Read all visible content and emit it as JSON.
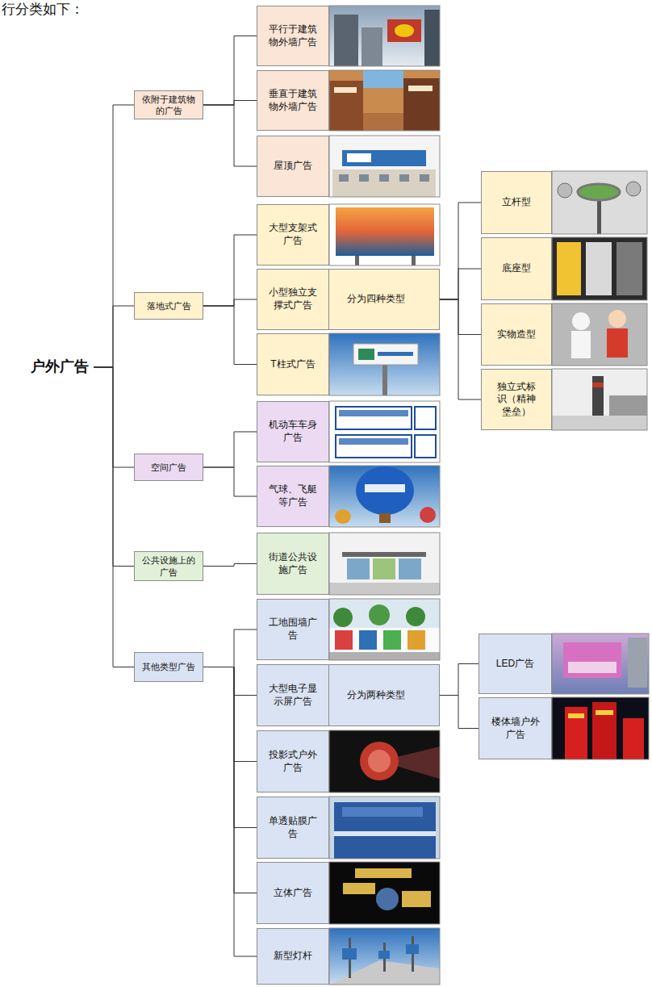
{
  "diagram": {
    "nodes": [
      {
        "text": [
          "户外广告"
        ]
      },
      {
        "text": [
          "依附于建筑物的广告"
        ]
      },
      {
        "text": [
          "平行于建筑物外墙广告"
        ]
      },
      {
        "text": [
          "垂直于建筑物外墙广告"
        ]
      },
      {
        "text": [
          "屋顶广告"
        ]
      },
      {
        "text": [
          "落地式广告"
        ]
      },
      {
        "text": [
          "大型支架式广告"
        ]
      },
      {
        "text": [
          "小型独立支撑式广告",
          "分为四种类型"
        ]
      },
      {
        "text": [
          "立杆型"
        ]
      },
      {
        "text": [
          "底座型"
        ]
      },
      {
        "text": [
          "实物造型"
        ]
      },
      {
        "text": [
          "独立式标识（精神堡垒）"
        ]
      },
      {
        "text": [
          "T柱式广告"
        ]
      },
      {
        "text": [
          "空间广告"
        ]
      },
      {
        "text": [
          "机动车车身广告"
        ]
      },
      {
        "text": [
          "气球、飞艇等广告"
        ]
      },
      {
        "text": [
          "公共设施上的广告"
        ]
      },
      {
        "text": [
          "街道公共设施广告"
        ]
      },
      {
        "text": [
          "其他类型广告"
        ]
      },
      {
        "text": [
          "工地围墙广告"
        ]
      },
      {
        "text": [
          "大型电子显示屏广告",
          "分为两种类型"
        ]
      },
      {
        "text": [
          "LED广告"
        ]
      },
      {
        "text": [
          "楼体墙户外广告"
        ]
      },
      {
        "text": [
          "投影式户外广告"
        ]
      },
      {
        "text": [
          "单透贴膜广告"
        ]
      },
      {
        "text": [
          "立体广告"
        ]
      },
      {
        "text": [
          "新型灯杆"
        ]
      }
    ],
    "edges": [
      {
        "from": 0,
        "to": 1,
        "arrow": "none"
      },
      {
        "from": 0,
        "to": 5,
        "arrow": "none"
      },
      {
        "from": 0,
        "to": 13,
        "arrow": "none"
      },
      {
        "from": 0,
        "to": 16,
        "arrow": "none"
      },
      {
        "from": 0,
        "to": 18,
        "arrow": "none"
      },
      {
        "from": 1,
        "to": 2,
        "arrow": "none"
      },
      {
        "from": 1,
        "to": 3,
        "arrow": "none"
      },
      {
        "from": 1,
        "to": 4,
        "arrow": "none"
      },
      {
        "from": 5,
        "to": 6,
        "arrow": "none"
      },
      {
        "from": 5,
        "to": 7,
        "arrow": "none"
      },
      {
        "from": 5,
        "to": 12,
        "arrow": "none"
      },
      {
        "from": 7,
        "to": 8,
        "arrow": "none"
      },
      {
        "from": 7,
        "to": 9,
        "arrow": "none"
      },
      {
        "from": 7,
        "to": 10,
        "arrow": "none"
      },
      {
        "from": 7,
        "to": 11,
        "arrow": "none"
      },
      {
        "from": 13,
        "to": 14,
        "arrow": "none"
      },
      {
        "from": 13,
        "to": 15,
        "arrow": "none"
      },
      {
        "from": 16,
        "to": 17,
        "arrow": "none"
      },
      {
        "from": 18,
        "to": 19,
        "arrow": "none"
      },
      {
        "from": 18,
        "to": 20,
        "arrow": "none"
      },
      {
        "from": 18,
        "to": 23,
        "arrow": "none"
      },
      {
        "from": 18,
        "to": 24,
        "arrow": "none"
      },
      {
        "from": 18,
        "to": 25,
        "arrow": "none"
      },
      {
        "from": 18,
        "to": 26,
        "arrow": "none"
      },
      {
        "from": 20,
        "to": 21,
        "arrow": "none"
      },
      {
        "from": 20,
        "to": 22,
        "arrow": "none"
      }
    ],
    "labels": [
      "行分类如下："
    ]
  }
}
